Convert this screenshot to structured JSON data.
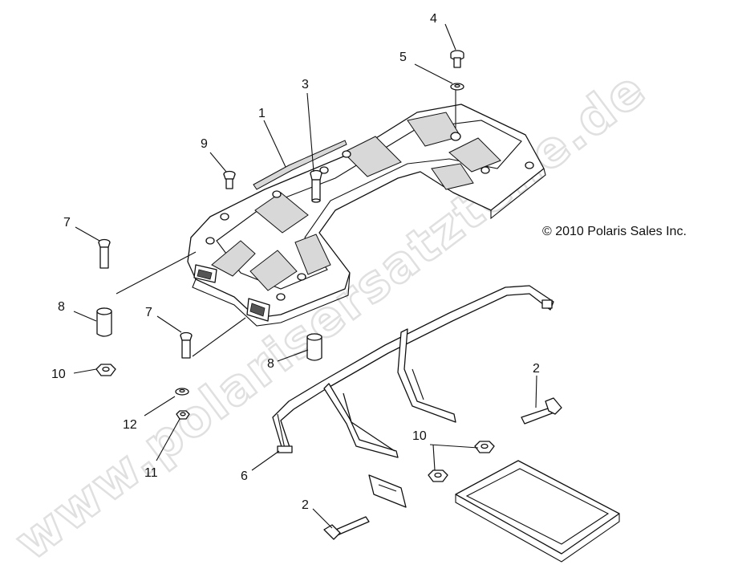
{
  "watermark": "www.polarisersatzteile.de",
  "copyright": "© 2010 Polaris Sales Inc.",
  "callouts": {
    "c1": "1",
    "c2a": "2",
    "c2b": "2",
    "c3": "3",
    "c4": "4",
    "c5": "5",
    "c6": "6",
    "c7a": "7",
    "c7b": "7",
    "c8a": "8",
    "c8b": "8",
    "c9": "9",
    "c10a": "10",
    "c10b": "10",
    "c11": "11",
    "c12": "12"
  }
}
